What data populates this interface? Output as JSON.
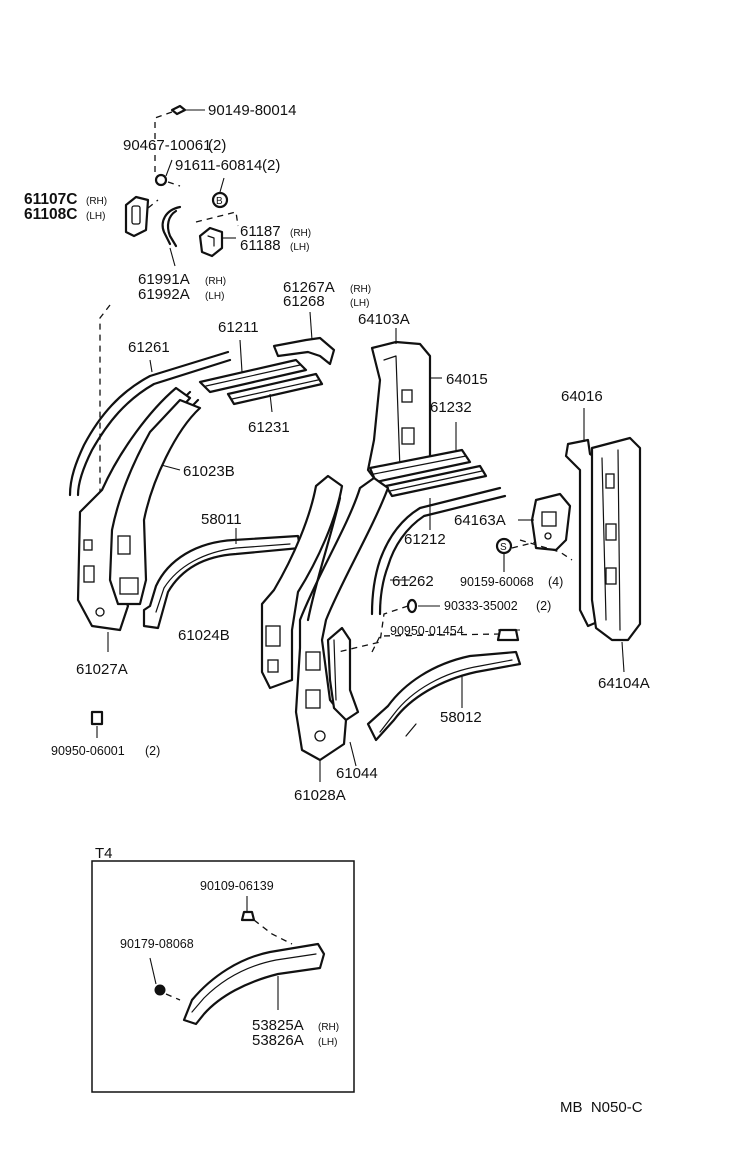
{
  "labels": {
    "p90149": "90149-80014",
    "p90467": "90467-10061",
    "p90467_qty": "(2)",
    "p91611": "91611-60814",
    "p91611_qty": "(2)",
    "p61107c": "61107C",
    "p61107c_side": "(RH)",
    "p61108c": "61108C",
    "p61108c_side": "(LH)",
    "p61187": "61187",
    "p61187_side": "(RH)",
    "p61188": "61188",
    "p61188_side": "(LH)",
    "p61991a": "61991A",
    "p61991a_side": "(RH)",
    "p61992a": "61992A",
    "p61992a_side": "(LH)",
    "p61267a": "61267A",
    "p61267a_side": "(RH)",
    "p61268": "61268",
    "p61268_side": "(LH)",
    "p64103a": "64103A",
    "p61261": "61261",
    "p61211": "61211",
    "p64015": "64015",
    "p61231": "61231",
    "p61232": "61232",
    "p64016": "64016",
    "p61023b": "61023B",
    "p58011": "58011",
    "p64163a": "64163A",
    "p61212": "61212",
    "p90159": "90159-60068",
    "p90159_qty": "(4)",
    "p61262": "61262",
    "p90333": "90333-35002",
    "p90333_qty": "(2)",
    "p61024b": "61024B",
    "p90950_01454": "90950-01454",
    "p61027a": "61027A",
    "p64104a": "64104A",
    "p58012": "58012",
    "p90950_06001": "90950-06001",
    "p90950_06001_qty": "(2)",
    "p61044": "61044",
    "p61028a": "61028A",
    "p90109": "90109-06139",
    "p90179": "90179-08068",
    "p53825a": "53825A",
    "p53825a_side": "(RH)",
    "p53826a": "53826A",
    "p53826a_side": "(LH)",
    "callout_b": "B",
    "callout_s": "S"
  },
  "inset": {
    "title": "T4"
  },
  "footer": {
    "ref": "MB  N050-C"
  }
}
